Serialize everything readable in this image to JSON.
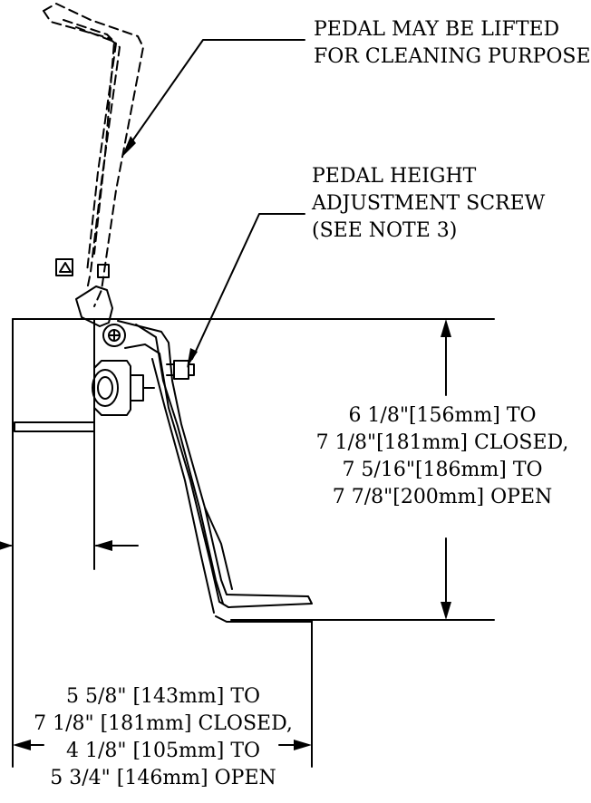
{
  "labels": {
    "lift_note": [
      "PEDAL MAY BE LIFTED",
      "FOR CLEANING PURPOSES"
    ],
    "screw_note": [
      "PEDAL HEIGHT",
      "ADJUSTMENT SCREW",
      "(SEE NOTE 3)"
    ],
    "height_dim": [
      "6 1/8\"[156mm] TO",
      "7 1/8\"[181mm] CLOSED,",
      "7 5/16\"[186mm] TO",
      "7 7/8\"[200mm] OPEN"
    ],
    "reach_dim": [
      "5 5/8\" [143mm] TO",
      "7 1/8\" [181mm] CLOSED,",
      "4 1/8\" [105mm] TO",
      "5 3/4\" [146mm] OPEN"
    ]
  }
}
